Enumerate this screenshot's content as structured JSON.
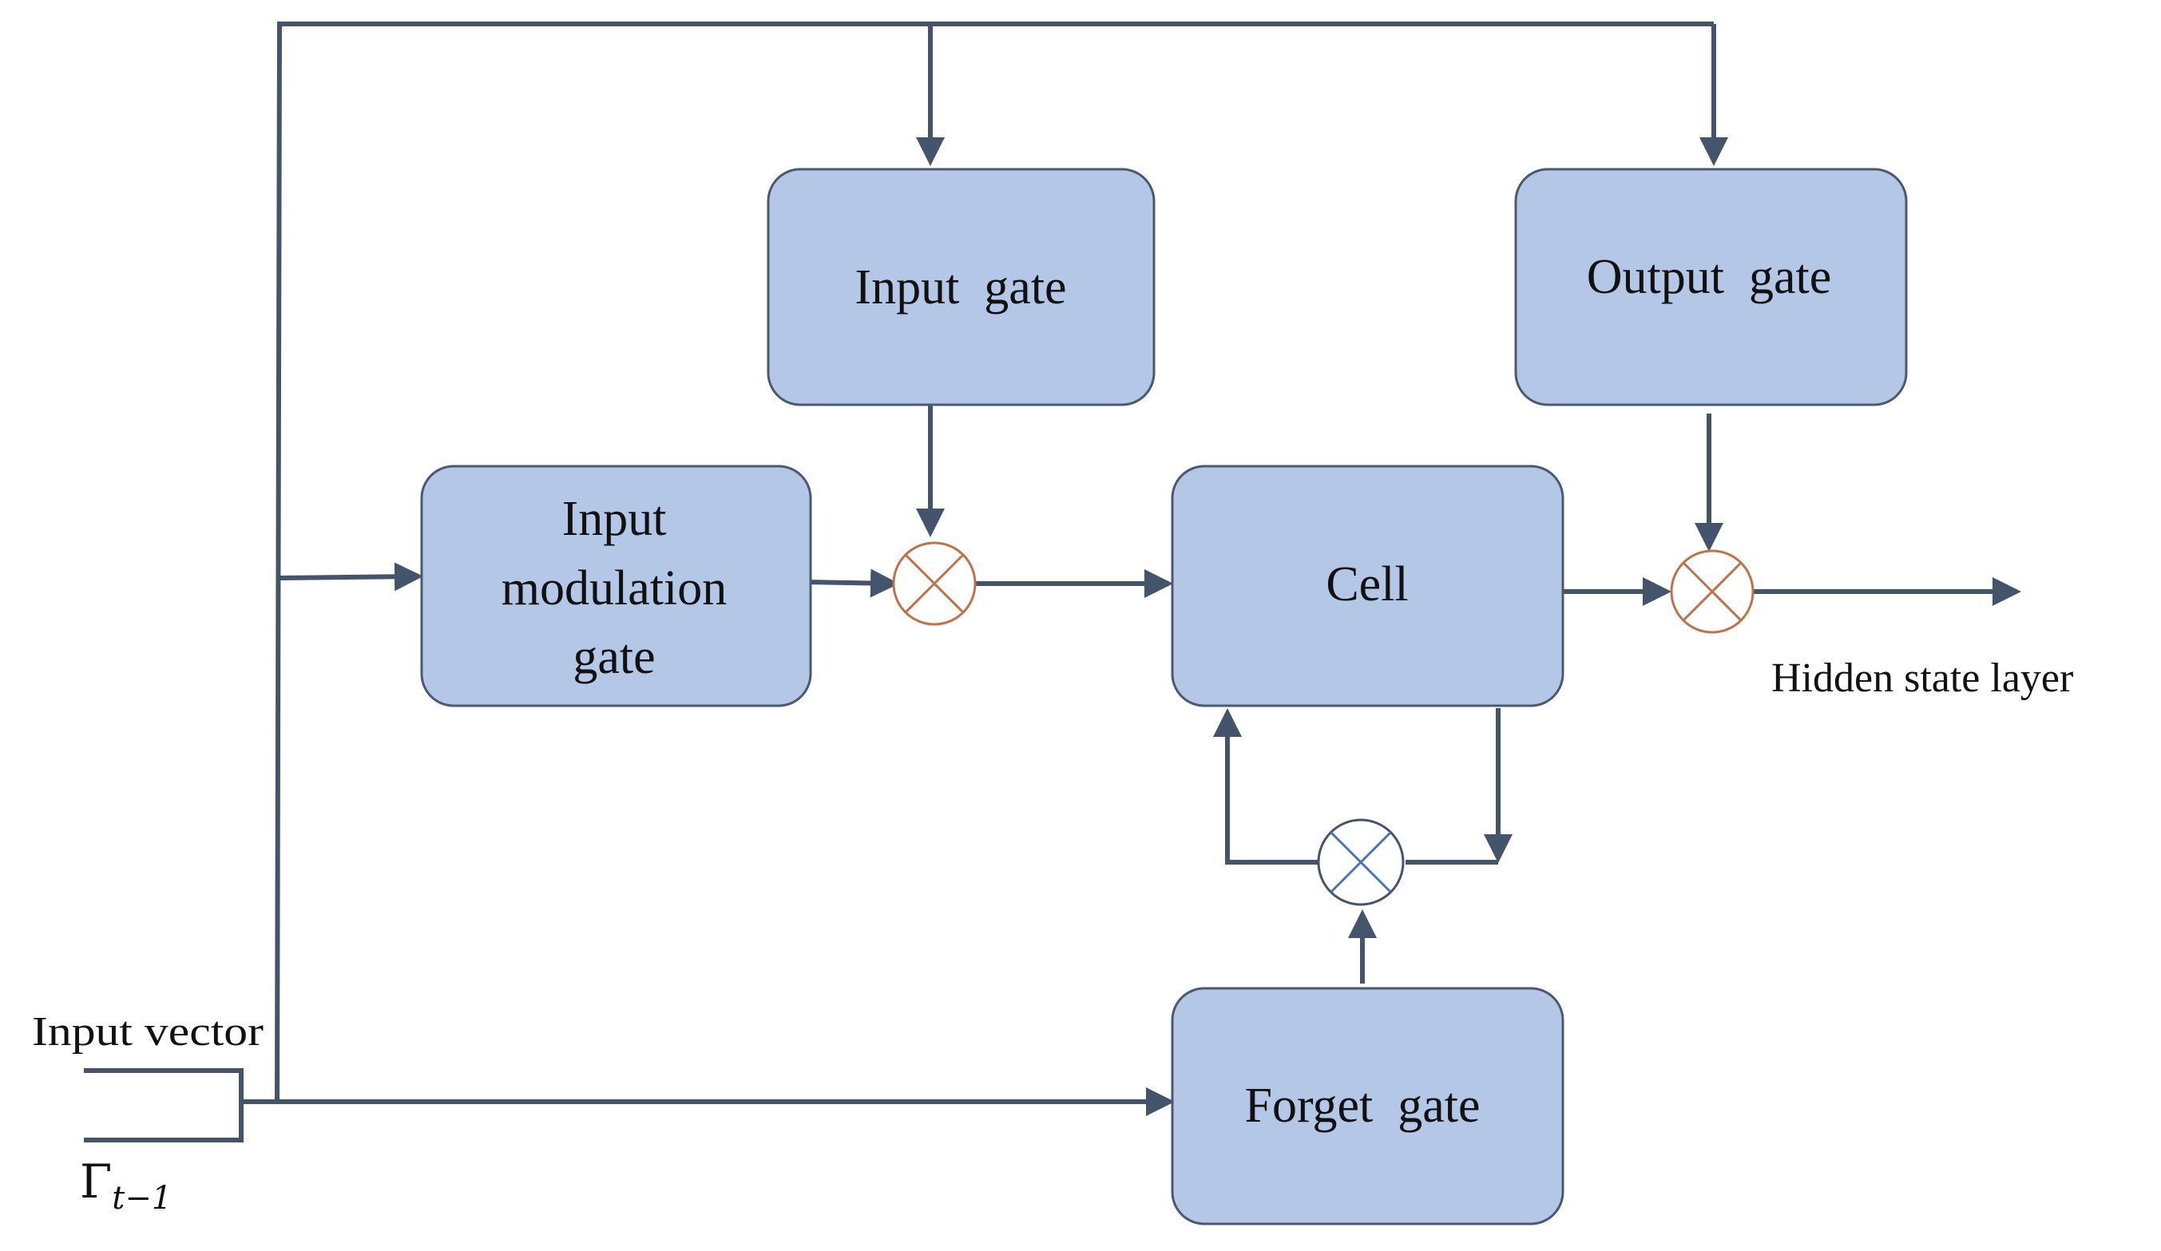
{
  "gates": {
    "input_gate": {
      "label": "Input  gate"
    },
    "output_gate": {
      "label": "Output  gate"
    },
    "input_modulation_gate": {
      "line1": "Input",
      "line2": "modulation",
      "line3": "gate"
    },
    "cell": {
      "label": "Cell"
    },
    "forget_gate": {
      "label": "Forget  gate"
    }
  },
  "labels": {
    "hidden_state": "Hidden state layer",
    "input_vector": "Input vector",
    "gamma": "Γ",
    "gamma_subscript": "t−1"
  },
  "colors": {
    "box_fill": "#b4c7e7",
    "box_stroke": "#4a5a72",
    "wire": "#44546a",
    "multiplier_orange": "#c0734a",
    "multiplier_blue": "#44546a"
  }
}
